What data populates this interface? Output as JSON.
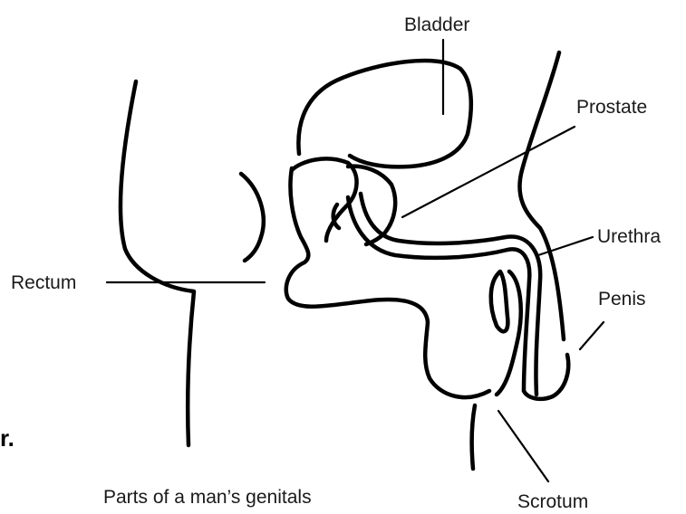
{
  "labels": {
    "bladder": "Bladder",
    "prostate": "Prostate",
    "urethra": "Urethra",
    "rectum": "Rectum",
    "penis": "Penis",
    "scrotum": "Scrotum"
  },
  "caption": "Parts of a man’s genitals",
  "stray_text": "r."
}
